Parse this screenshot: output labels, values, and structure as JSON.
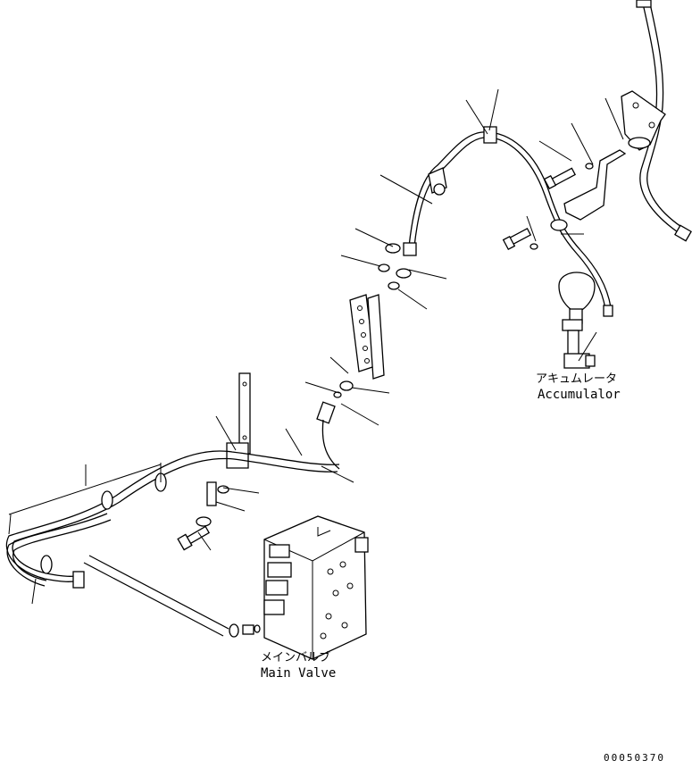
{
  "labels": {
    "accumulator_jp": "アキュムレータ",
    "accumulator_en": "Accumulalor",
    "main_valve_jp": "メインバルブ",
    "main_valve_en": "Main Valve",
    "document_number": "00050370"
  }
}
